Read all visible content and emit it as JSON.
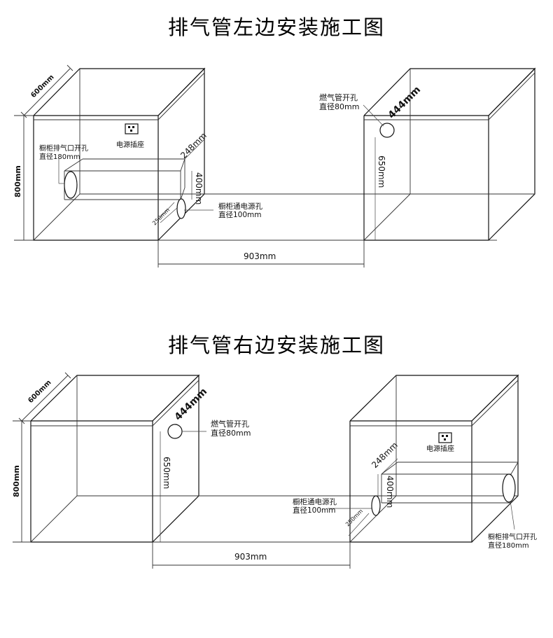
{
  "titles": {
    "left": "排气管左边安装施工图",
    "right": "排气管右边安装施工图"
  },
  "labels": {
    "depth": "600mm",
    "height": "800mm",
    "gap_width": "903mm",
    "socket_text": "电源插座",
    "cabinet_exhaust_line1": "橱柜排气口开孔",
    "cabinet_exhaust_line2": "直径180mm",
    "gas_pipe_line1": "燃气管开孔",
    "gas_pipe_line2": "直径80mm",
    "power_hole_line1": "橱柜通电源孔",
    "power_hole_line2": "直径100mm",
    "dim_248": "248mm",
    "dim_400": "400mm",
    "dim_250": "250mm",
    "dim_444": "444mm",
    "dim_650": "650mm"
  }
}
